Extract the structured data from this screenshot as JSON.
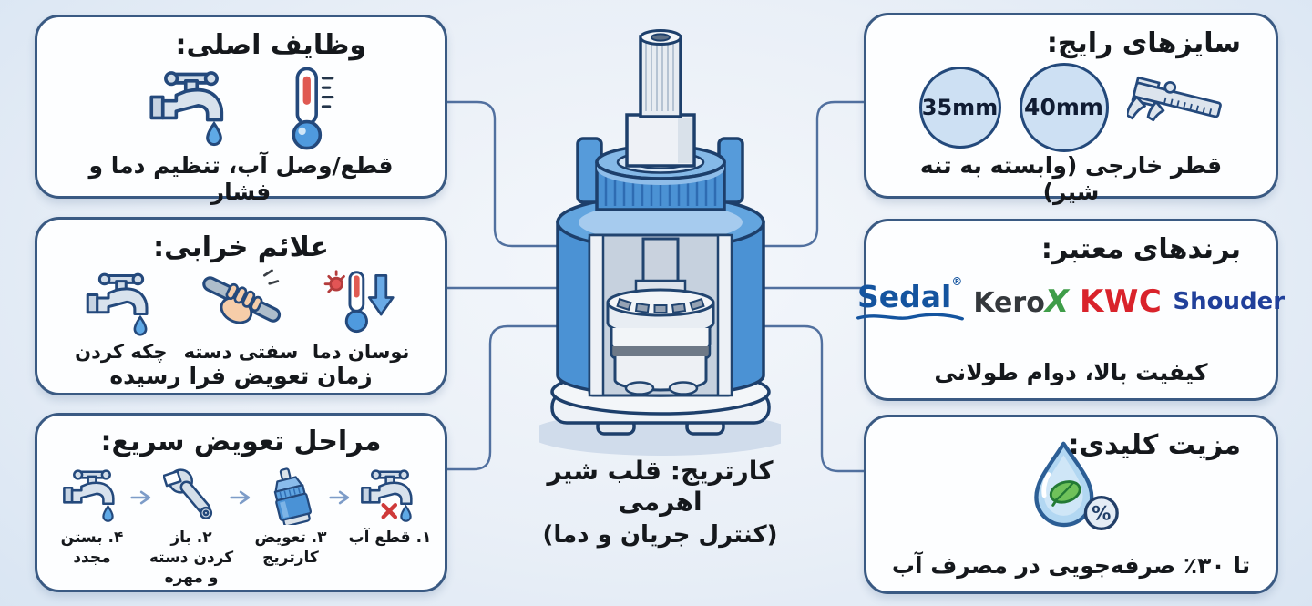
{
  "center": {
    "caption_line1": "کارتریج: قلب شیر اهرمی",
    "caption_line2": "(کنترل جریان و دما)"
  },
  "left": {
    "functions": {
      "title": "وظایف اصلی:",
      "footer": "قطع/وصل آب، تنظیم دما و فشار"
    },
    "failure": {
      "title": "علائم خرابی:",
      "items": [
        {
          "label": "نوسان دما",
          "icon": "temperature-fluctuation-icon"
        },
        {
          "label": "سفتی دسته",
          "icon": "stiff-handle-icon"
        },
        {
          "label": "چکه کردن",
          "icon": "dripping-faucet-icon"
        }
      ],
      "footer": "زمان تعویض فرا رسیده"
    },
    "steps": {
      "title": "مراحل تعویض سریع:",
      "items": [
        {
          "label": "۱. قطع آب",
          "icon": "faucet-off-icon"
        },
        {
          "label": "۳. تعویض کارتریج",
          "icon": "cartridge-icon"
        },
        {
          "label": "۲. باز کردن دسته و مهره",
          "icon": "wrench-icon"
        },
        {
          "label": "۴. بستن مجدد",
          "icon": "faucet-drip-icon"
        }
      ]
    }
  },
  "right": {
    "sizes": {
      "title": "سایزهای رایج:",
      "size_small": "35mm",
      "size_large": "40mm",
      "footer": "قطر خارجی (وابسته به تنه شیر)"
    },
    "brands": {
      "title": "برندهای معتبر:",
      "sedal": "Sedal",
      "sedal_reg": "®",
      "kerox_prefix": "Kero",
      "kerox_x": "X",
      "kwc": "KWC",
      "shouder": "Shouder",
      "footer": "کیفیت بالا، دوام طولانی"
    },
    "benefit": {
      "title": "مزیت کلیدی:",
      "percent": "%",
      "footer": "تا ۳۰٪ صرفه‌جویی در مصرف آب"
    }
  },
  "icons": {
    "functions": [
      "faucet-drip-icon",
      "thermometer-icon"
    ],
    "sizes": [
      "caliper-icon"
    ],
    "benefit": [
      "water-drop-leaf-icon",
      "percent-badge"
    ],
    "center": [
      "cartridge-cutaway-illustration"
    ]
  },
  "colors": {
    "card_border": "#3a5a83",
    "connector": "#51709f",
    "cartridge_blue": "#4b92d4",
    "outline_navy": "#1d3f6b",
    "drop_blue": "#5fa9e6",
    "leaf_green": "#6fc15a",
    "sedal_blue": "#14549f",
    "kerox_green": "#3f9d49",
    "kwc_red": "#d9232b",
    "shouder_blue": "#21409a"
  }
}
